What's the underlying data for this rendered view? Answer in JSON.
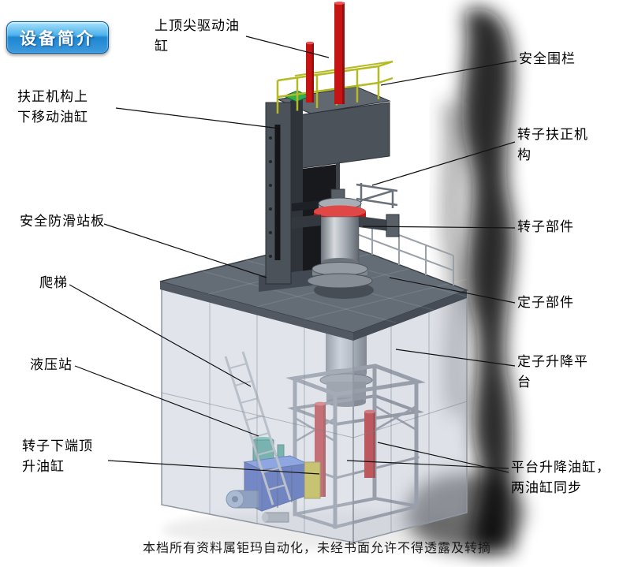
{
  "badge": {
    "label": "设备简介"
  },
  "labels": {
    "top_drive_cylinder": "上顶尖驱动油\n缸",
    "safety_fence": "安全围栏",
    "centering_updown_cylinder": "扶正机构上\n下移动油缸",
    "rotor_centering_mechanism": "转子扶正机\n构",
    "antislip_platform": "安全防滑站板",
    "rotor_part": "转子部件",
    "ladder": "爬梯",
    "stator_part": "定子部件",
    "hydraulic_station": "液压站",
    "stator_lift_platform": "定子升降平\n台",
    "rotor_bottom_jack_cylinder": "转子下端顶\n升油缸",
    "platform_lift_cylinders": "平台升降油缸，\n两油缸同步"
  },
  "footer": {
    "text": "本档所有资料属钜玛自动化，未经书面允许不得透露及转摘"
  },
  "colors": {
    "cylinder_red": "#c41414",
    "railing_yellow": "#b5ba23",
    "hydraulic_blue": "#2445b8",
    "accent_green": "#2fae4f",
    "badge_blue": "#1e86d2"
  }
}
